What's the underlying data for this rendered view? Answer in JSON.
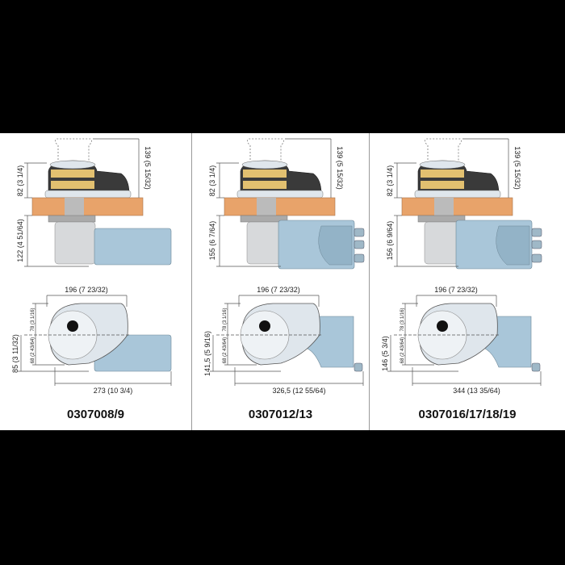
{
  "colors": {
    "deck": "#e8a36a",
    "motor": "#a9c6d9",
    "body": "#dfe6ec",
    "dim_line": "#555555"
  },
  "panels": [
    {
      "model": "0307008/9",
      "motor_type": "cylinder",
      "dims": {
        "total_height": "139 (5 15/32)",
        "above_deck": "82 (3 1/4)",
        "below_deck": "122 (4 51/64)",
        "width": "196 (7 23/32)",
        "front": "78 (3 1/16)",
        "rear": "68 (2 43/64)",
        "side": "85 (3 11/32)",
        "length": "273 (10 3/4)"
      }
    },
    {
      "model": "0307012/13",
      "motor_type": "box",
      "dims": {
        "total_height": "139 (5 15/32)",
        "above_deck": "82 (3 1/4)",
        "below_deck": "155 (6 7/64)",
        "width": "196 (7 23/32)",
        "front": "78 (3 1/16)",
        "rear": "68 (2 43/64)",
        "side": "141,5 (5 9/16)",
        "length": "326,5 (12 55/64)"
      }
    },
    {
      "model": "0307016/17/18/19",
      "motor_type": "box",
      "dims": {
        "total_height": "139 (5 15/32)",
        "above_deck": "82 (3 1/4)",
        "below_deck": "156 (6 9/64)",
        "width": "196 (7 23/32)",
        "front": "78 (3 1/16)",
        "rear": "68 (2 43/64)",
        "side": "146 (5 3/4)",
        "length": "344 (13 35/64)"
      }
    }
  ]
}
